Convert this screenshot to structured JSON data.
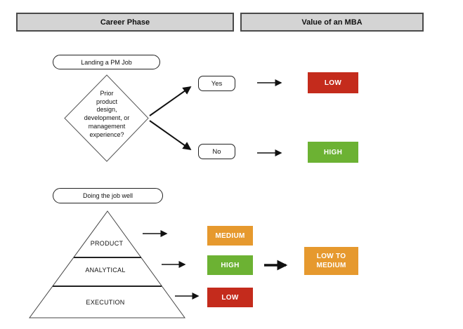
{
  "colors": {
    "red": "#c42b1c",
    "green": "#6cb233",
    "orange": "#e6992e",
    "header_bg": "#d4d4d4"
  },
  "headers": {
    "left": "Career Phase",
    "right": "Value of an MBA"
  },
  "landing": {
    "title": "Landing a PM Job",
    "question_lines": [
      "Prior",
      "product",
      "design,",
      "development, or",
      "management",
      "experience?"
    ],
    "yes_label": "Yes",
    "yes_value": "LOW",
    "no_label": "No",
    "no_value": "HIGH"
  },
  "doing": {
    "title": "Doing the job well",
    "layers": [
      {
        "label": "PRODUCT",
        "value": "MEDIUM"
      },
      {
        "label": "ANALYTICAL",
        "value": "HIGH"
      },
      {
        "label": "EXECUTION",
        "value": "LOW"
      }
    ],
    "overall": "LOW TO MEDIUM"
  }
}
